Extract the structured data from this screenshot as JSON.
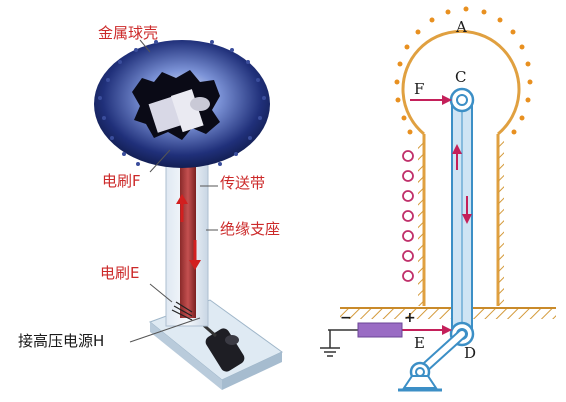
{
  "left_figure": {
    "labels": {
      "shell": "金属球壳",
      "brush_f": "电刷F",
      "belt": "传送带",
      "insulating_support": "绝缘支座",
      "brush_e": "电刷E",
      "hv_source": "接高压电源H"
    }
  },
  "right_figure": {
    "points": {
      "a": "A",
      "c": "C",
      "f": "F",
      "e": "E",
      "d": "D"
    },
    "source_signs": {
      "minus": "−",
      "plus": "+"
    }
  },
  "colors": {
    "label_red": "#cc2a2a",
    "shell_orange": "#e0a040",
    "belt_blue": "#3c8fc6",
    "arrow_magenta": "#c4205a",
    "source_purple": "#9a6cc4"
  }
}
